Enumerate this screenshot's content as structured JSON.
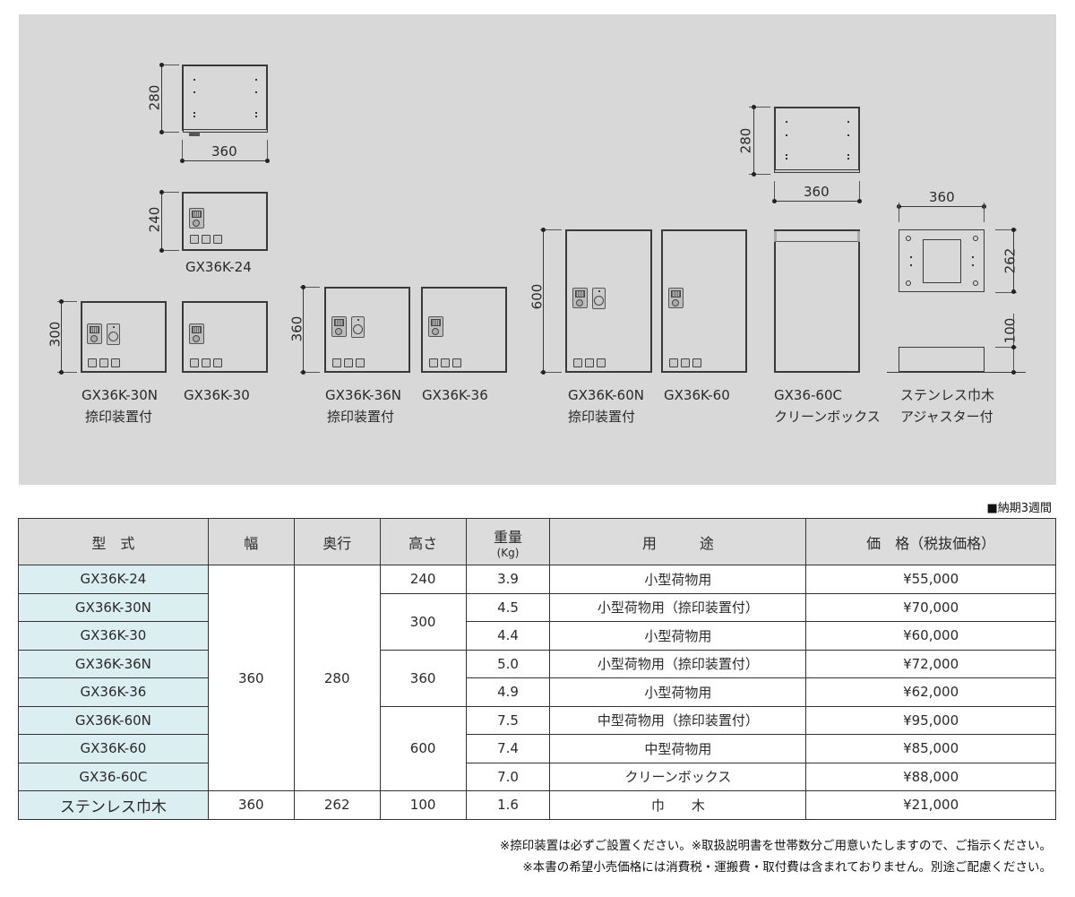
{
  "diagram": {
    "dimensions": {
      "top_box_height": "280",
      "top_box_width": "360",
      "gx36k24_height": "240",
      "row_300_height": "300",
      "row_360_height": "360",
      "row_600_height": "600",
      "clean_box_top_height": "280",
      "clean_box_top_width": "360",
      "skirting_width": "360",
      "skirting_depth": "262",
      "skirting_height": "100"
    },
    "labels": {
      "gx36k24": "GX36K-24",
      "gx36k30n": "GX36K-30N",
      "gx36k30n_sub": "捺印装置付",
      "gx36k30": "GX36K-30",
      "gx36k36n": "GX36K-36N",
      "gx36k36n_sub": "捺印装置付",
      "gx36k36": "GX36K-36",
      "gx36k60n": "GX36K-60N",
      "gx36k60n_sub": "捺印装置付",
      "gx36k60": "GX36K-60",
      "gx3660c": "GX36-60C",
      "gx3660c_sub": "クリーンボックス",
      "skirting": "ステンレス巾木",
      "skirting_sub": "アジャスター付"
    }
  },
  "delivery_note": "■納期3週間",
  "table": {
    "headers": {
      "model": "型　式",
      "width": "幅",
      "depth": "奥行",
      "height": "高さ",
      "weight": "重量",
      "weight_unit": "(Kg)",
      "usage": "用　　　途",
      "price": "価　格（税抜価格）"
    },
    "shared": {
      "width": "360",
      "depth": "280",
      "height_240": "240",
      "height_300": "300",
      "height_360": "360",
      "height_600": "600"
    },
    "rows": [
      {
        "model": "GX36K-24",
        "weight": "3.9",
        "usage": "小型荷物用",
        "price": "¥55,000"
      },
      {
        "model": "GX36K-30N",
        "weight": "4.5",
        "usage": "小型荷物用（捺印装置付）",
        "price": "¥70,000"
      },
      {
        "model": "GX36K-30",
        "weight": "4.4",
        "usage": "小型荷物用",
        "price": "¥60,000"
      },
      {
        "model": "GX36K-36N",
        "weight": "5.0",
        "usage": "小型荷物用（捺印装置付）",
        "price": "¥72,000"
      },
      {
        "model": "GX36K-36",
        "weight": "4.9",
        "usage": "小型荷物用",
        "price": "¥62,000"
      },
      {
        "model": "GX36K-60N",
        "weight": "7.5",
        "usage": "中型荷物用（捺印装置付）",
        "price": "¥95,000"
      },
      {
        "model": "GX36K-60",
        "weight": "7.4",
        "usage": "中型荷物用",
        "price": "¥85,000"
      },
      {
        "model": "GX36-60C",
        "weight": "7.0",
        "usage": "クリーンボックス",
        "price": "¥88,000"
      }
    ],
    "skirting_row": {
      "model": "ステンレス巾木",
      "width": "360",
      "depth": "262",
      "height": "100",
      "weight": "1.6",
      "usage": "巾　　木",
      "price": "¥21,000"
    }
  },
  "notes": [
    "※捺印装置は必ずご設置ください。※取扱説明書を世帯数分ご用意いたしますので、ご指示ください。",
    "※本書の希望小売価格には消費税・運搬費・取付費は含まれておりません。別途ご配慮ください。"
  ]
}
